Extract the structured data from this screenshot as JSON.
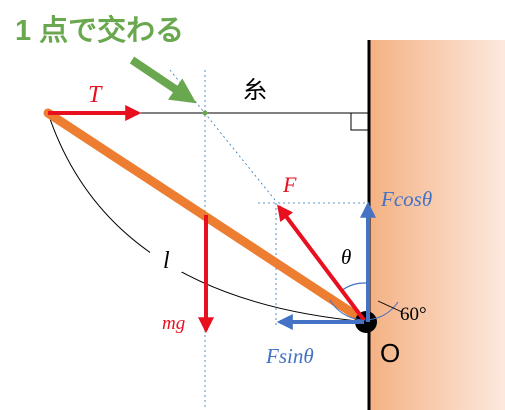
{
  "title": "1 点で交わる",
  "labels": {
    "T": "T",
    "string": "糸",
    "F": "F",
    "Fcos": "Fcosθ",
    "Fsin": "Fsinθ",
    "theta": "θ",
    "angle": "60°",
    "l": "l",
    "mg": "mg",
    "origin": "O"
  },
  "colors": {
    "title": "#6aa84f",
    "red": "#e8101f",
    "blue": "#4472c4",
    "rod": "#ed7d31",
    "wall_light": "#fbe3d6",
    "wall_dark": "#f4b183",
    "guide": "#2e75b6"
  }
}
